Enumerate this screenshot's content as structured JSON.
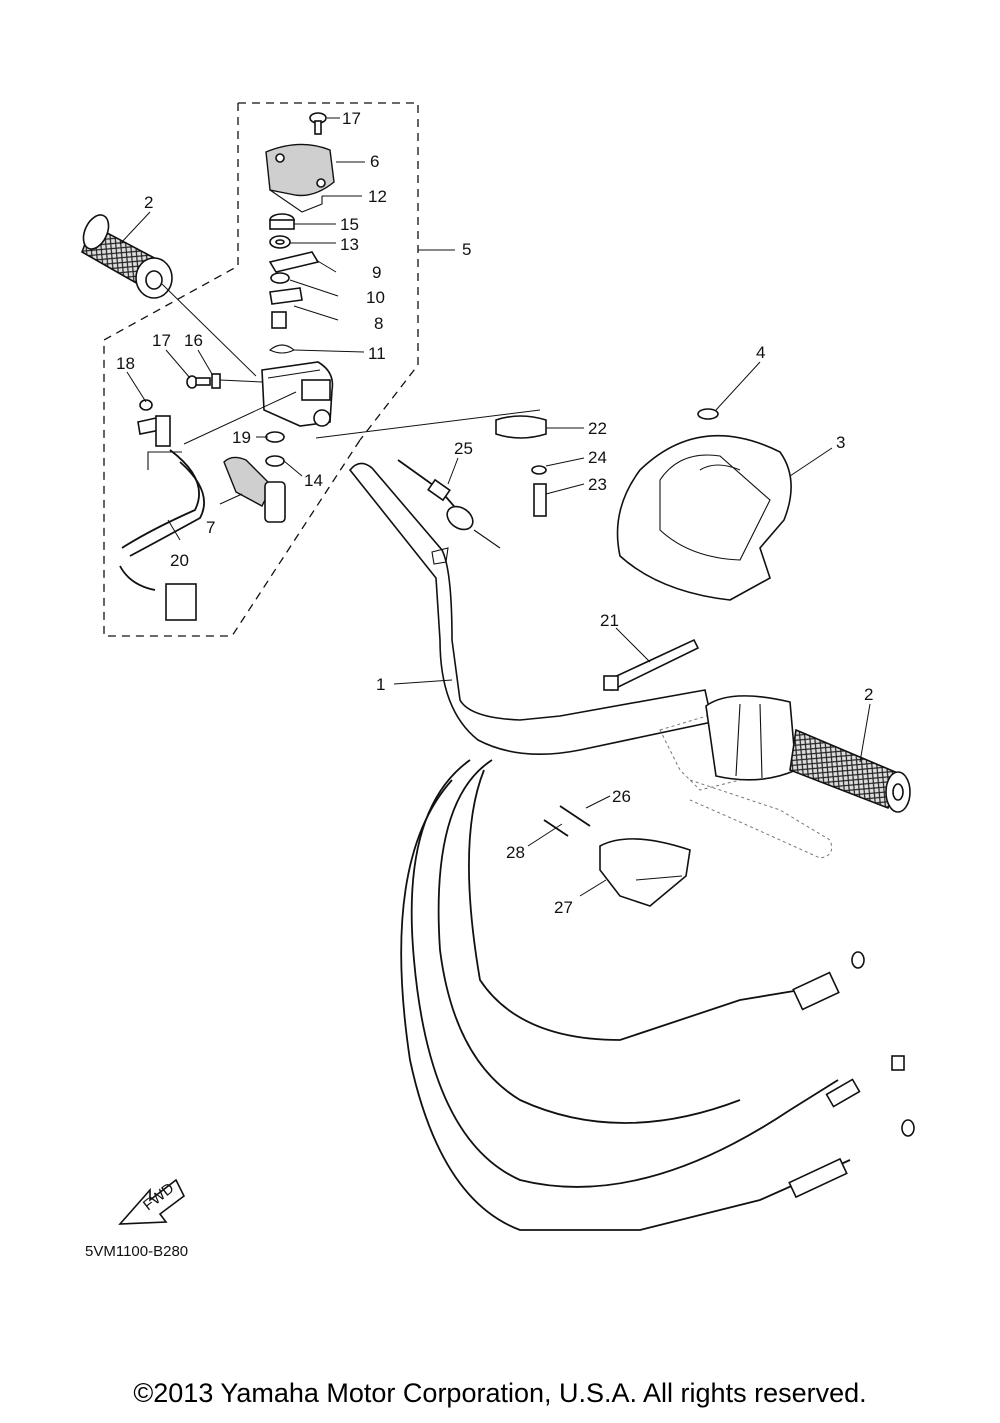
{
  "diagram": {
    "code": "5VM1100-B280",
    "fwd_label": "FWD",
    "copyright": "©2013 Yamaha Motor Corporation, U.S.A. All rights reserved.",
    "callouts": {
      "c1": "1",
      "c2a": "2",
      "c2b": "2",
      "c3": "3",
      "c4": "4",
      "c5": "5",
      "c6": "6",
      "c7": "7",
      "c8": "8",
      "c9": "9",
      "c10": "10",
      "c11": "11",
      "c12": "12",
      "c13": "13",
      "c14": "14",
      "c15": "15",
      "c16": "16",
      "c17a": "17",
      "c17b": "17",
      "c18": "18",
      "c19": "19",
      "c20": "20",
      "c21": "21",
      "c22": "22",
      "c23": "23",
      "c24": "24",
      "c25": "25",
      "c26": "26",
      "c27": "27",
      "c28": "28"
    }
  }
}
